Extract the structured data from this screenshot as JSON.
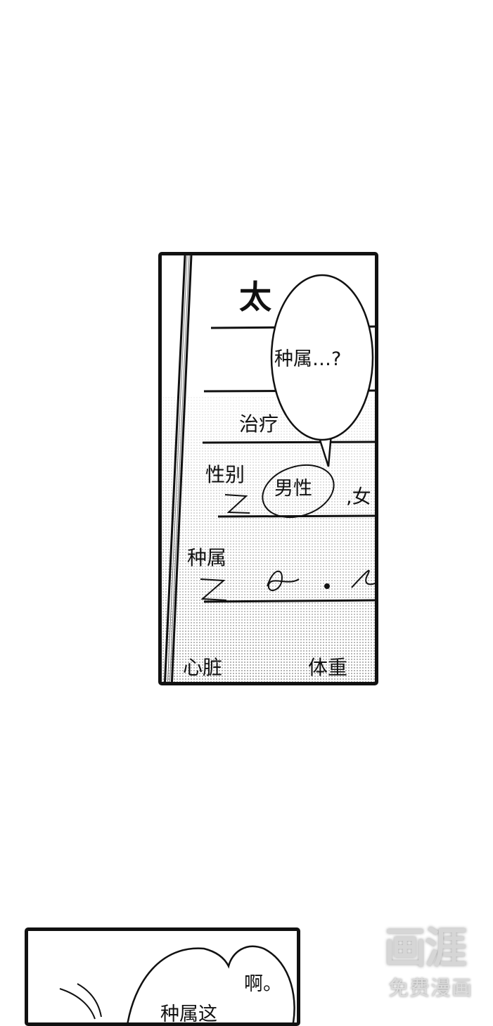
{
  "panel1": {
    "form_title_char": "太",
    "speech_bubble": "种属…?",
    "labels": {
      "treatment": "治疗",
      "sex": "性别",
      "male": "男性",
      "female": ",女",
      "species": "种属",
      "heart": "心脏",
      "weight": "体重"
    }
  },
  "panel2": {
    "speech_line1": "啊。",
    "speech_line2": "种属这"
  },
  "watermark": {
    "logo": "画涯",
    "tagline": "免费漫画"
  }
}
